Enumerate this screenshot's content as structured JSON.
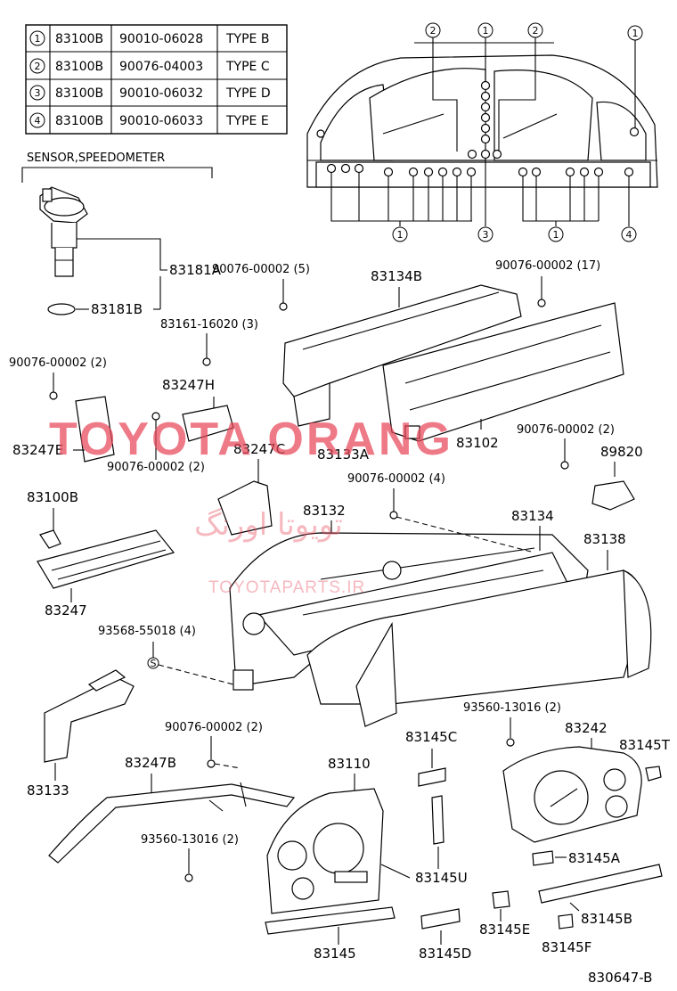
{
  "table": {
    "rows": [
      {
        "num": "1",
        "part": "83100B",
        "code": "90010-06028",
        "type": "TYPE B"
      },
      {
        "num": "2",
        "part": "83100B",
        "code": "90076-04003",
        "type": "TYPE C"
      },
      {
        "num": "3",
        "part": "83100B",
        "code": "90010-06032",
        "type": "TYPE D"
      },
      {
        "num": "4",
        "part": "83100B",
        "code": "90010-06033",
        "type": "TYPE E"
      }
    ]
  },
  "sensor_group": {
    "title": "SENSOR,SPEEDOMETER"
  },
  "cluster_callouts": {
    "top": [
      "2",
      "1",
      "2",
      "1"
    ],
    "bottom": [
      "1",
      "3",
      "1",
      "4"
    ]
  },
  "labels": {
    "p83181A": "83181A",
    "p83181B": "83181B",
    "s90076_5": "90076-00002 (5)",
    "p83134B": "83134B",
    "s90076_17": "90076-00002 (17)",
    "s83161": "83161-16020 (3)",
    "s90076_2a": "90076-00002 (2)",
    "p83247H": "83247H",
    "p83247E": "83247E",
    "s90076_2b": "90076-00002 (2)",
    "p83247C": "83247C",
    "p83133A": "83133A",
    "p83102": "83102",
    "s90076_2c": "90076-00002 (2)",
    "p89820": "89820",
    "s90076_4": "90076-00002 (4)",
    "p83100B": "83100B",
    "p83132": "83132",
    "p83134": "83134",
    "p83138": "83138",
    "p83247": "83247",
    "s93568": "93568-55018 (4)",
    "s93560_a": "93560-13016 (2)",
    "p83242": "83242",
    "p83145C": "83145C",
    "p83145T": "83145T",
    "s90076_2d": "90076-00002 (2)",
    "p83110": "83110",
    "p83133": "83133",
    "p83247B": "83247B",
    "s93560_b": "93560-13016 (2)",
    "p83145U": "83145U",
    "p83145A": "83145A",
    "p83145": "83145",
    "p83145D": "83145D",
    "p83145E": "83145E",
    "p83145B": "83145B",
    "p83145F": "83145F",
    "ref": "830647-B"
  },
  "watermark": {
    "main": "TOYOTA ORANG",
    "arabic": "تویوتا اورنگ",
    "sub": "TOYOTAPARTS.IR"
  }
}
